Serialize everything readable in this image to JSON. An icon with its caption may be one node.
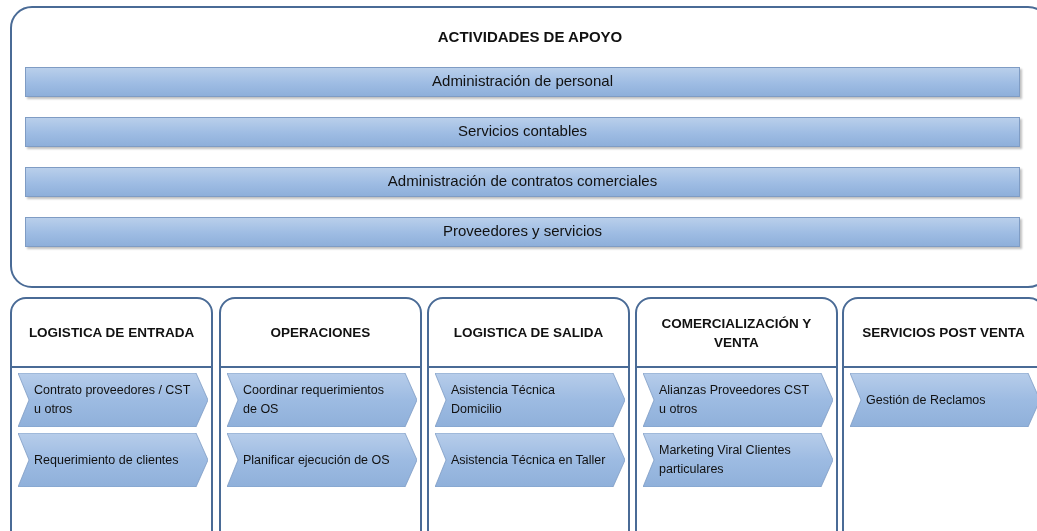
{
  "diagram": {
    "nodes": [
      {
        "text": [
          "ACTIVIDADES DE APOYO"
        ]
      },
      {
        "text": [
          "Administración de personal"
        ],
        "in": 0
      },
      {
        "text": [
          "Servicios contables"
        ],
        "in": 0
      },
      {
        "text": [
          "Administración de contratos comerciales"
        ],
        "in": 0
      },
      {
        "text": [
          "Proveedores y servicios"
        ],
        "in": 0
      },
      {
        "text": [
          "LOGISTICA DE ENTRADA"
        ]
      },
      {
        "text": [
          "Contrato proveedores / CST u otros"
        ],
        "in": 5
      },
      {
        "text": [
          "Requerimiento de clientes"
        ],
        "in": 5
      },
      {
        "text": [
          "OPERACIONES"
        ]
      },
      {
        "text": [
          "Coordinar requerimientos de OS"
        ],
        "in": 8
      },
      {
        "text": [
          "Planificar ejecución de OS"
        ],
        "in": 8
      },
      {
        "text": [
          "LOGISTICA DE SALIDA"
        ]
      },
      {
        "text": [
          "Asistencia Técnica Domicilio"
        ],
        "in": 11
      },
      {
        "text": [
          "Asistencia Técnica en Taller"
        ],
        "in": 11
      },
      {
        "text": [
          "COMERCIALIZACIÓN Y VENTA"
        ]
      },
      {
        "text": [
          "Alianzas Proveedores CST u otros"
        ],
        "in": 14
      },
      {
        "text": [
          "Marketing Viral Clientes particulares"
        ],
        "in": 14
      },
      {
        "text": [
          "SERVICIOS POST VENTA"
        ]
      },
      {
        "text": [
          "Gestión de Reclamos"
        ],
        "in": 17
      }
    ]
  }
}
